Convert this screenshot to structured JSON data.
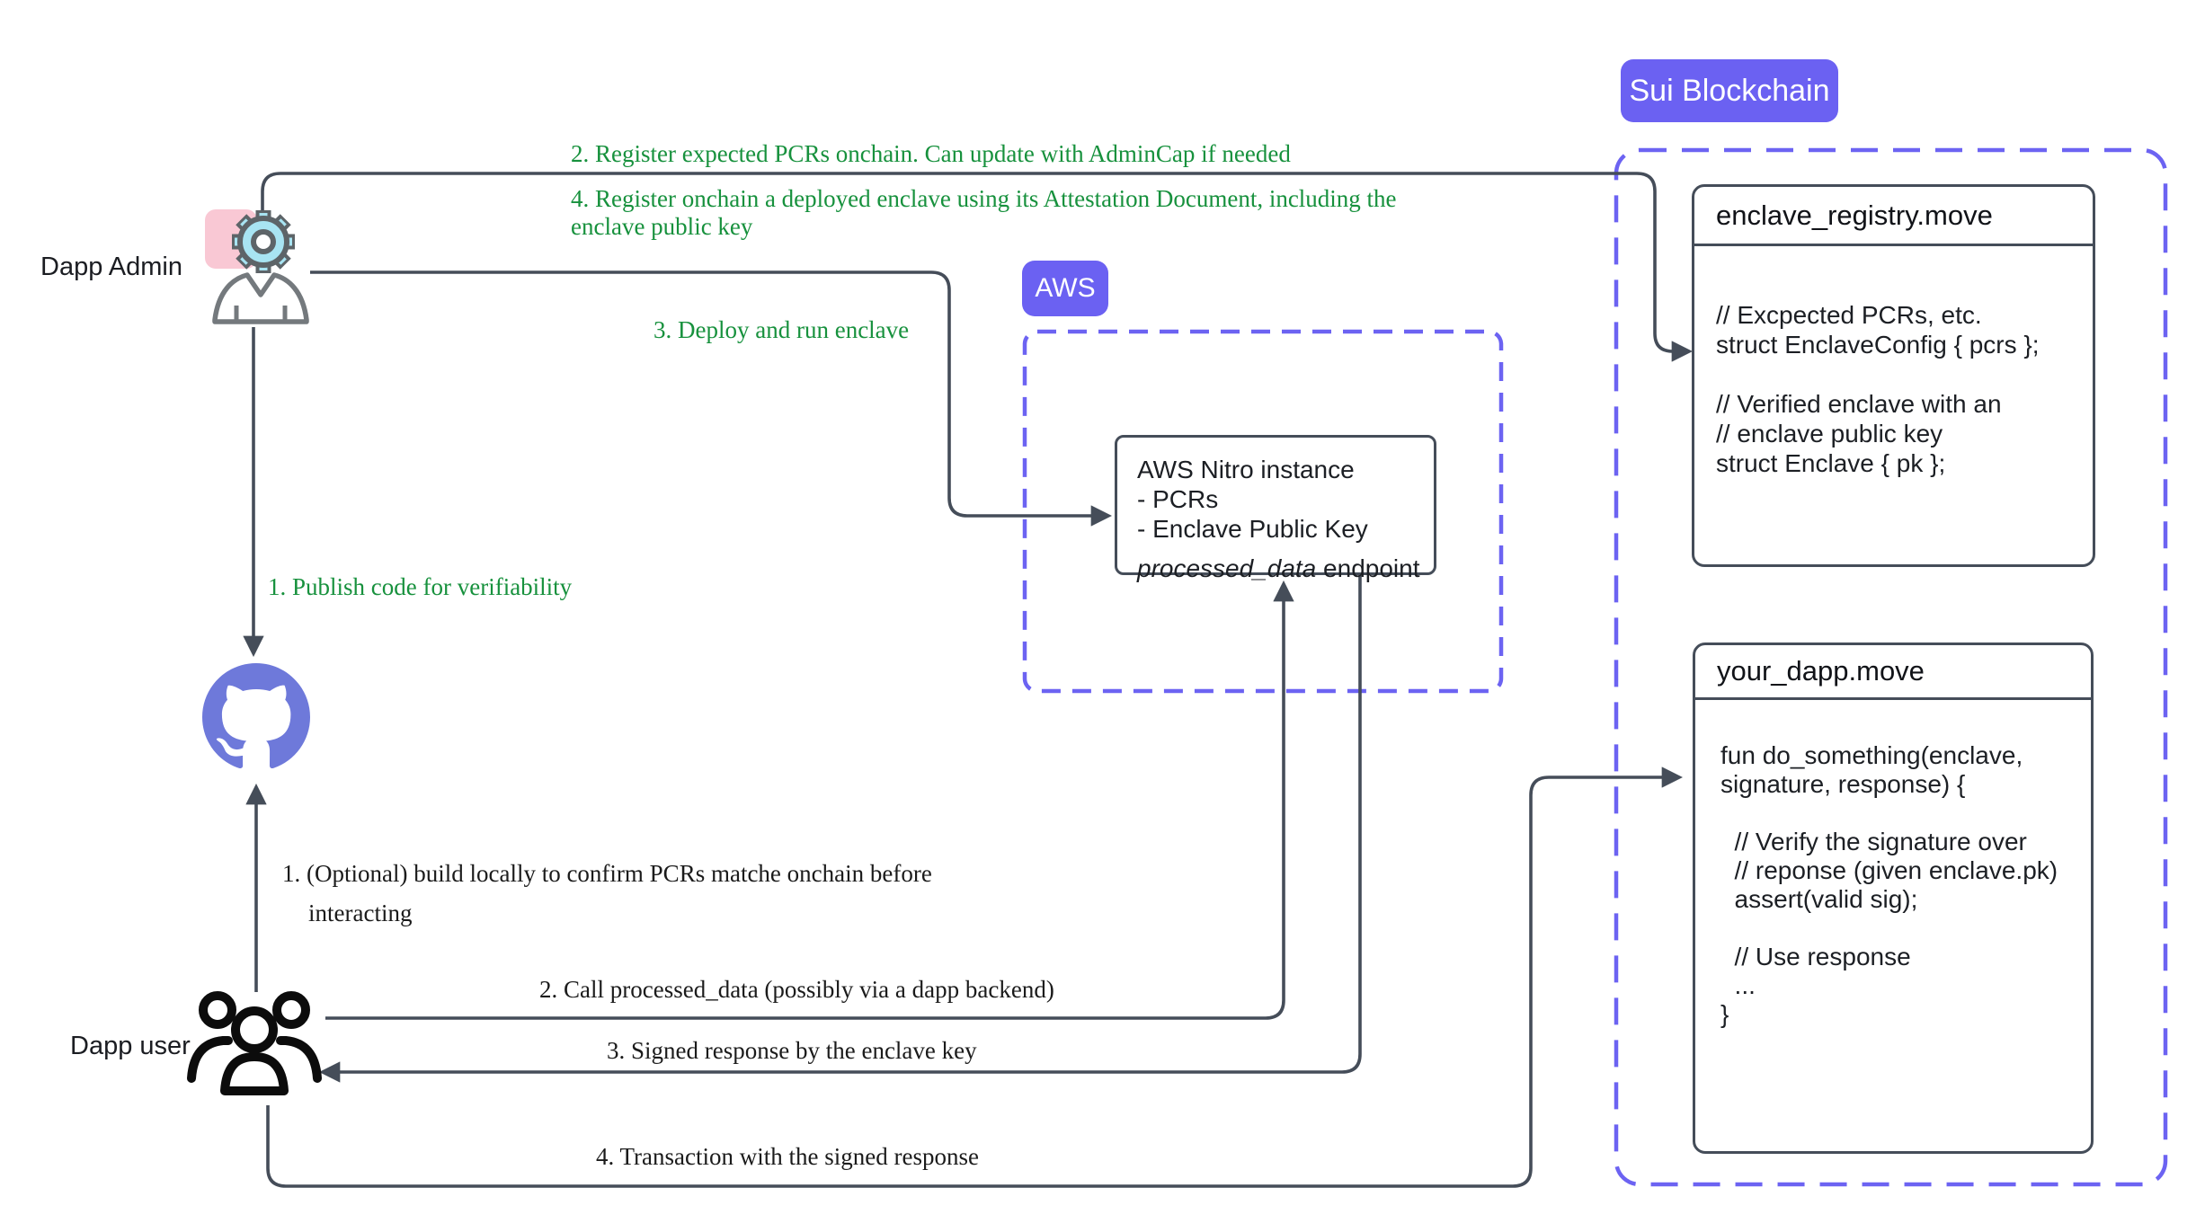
{
  "badges": {
    "sui": "Sui Blockchain",
    "aws": "AWS"
  },
  "actors": {
    "admin_label": "Dapp Admin",
    "user_label": "Dapp user"
  },
  "annotations": {
    "register_pcrs": "2. Register expected PCRs onchain. Can update with AdminCap if needed",
    "register_enclave": "4. Register onchain a deployed enclave using its Attestation Document, including the enclave public key",
    "deploy": "3. Deploy and run enclave",
    "publish": "1. Publish code for verifiability",
    "build_locally": "1. (Optional) build locally to confirm PCRs matche onchain before interacting",
    "call_endpoint": "2. Call processed_data (possibly via a dapp backend)",
    "signed_response": "3. Signed response by the enclave key",
    "transaction": "4. Transaction with the signed response"
  },
  "modules": {
    "enclave_registry": {
      "title": "enclave_registry.move",
      "code": "// Excpected PCRs, etc.\nstruct EnclaveConfig { pcrs };\n\n// Verified enclave with an\n// enclave public key\nstruct Enclave { pk };"
    },
    "your_dapp": {
      "title": "your_dapp.move",
      "code": "fun do_something(enclave,\nsignature, response) {\n\n  // Verify the signature over\n  // reponse (given enclave.pk)\n  assert(valid sig);\n\n  // Use response\n  ...\n}"
    }
  },
  "aws_nitro": {
    "lines": "AWS Nitro instance\n- PCRs\n- Enclave Public Key",
    "endpoint_name": "processed_data",
    "endpoint_suffix": " endpoint"
  },
  "icons": [
    "gear-icon",
    "person-icon",
    "github-icon",
    "users-icon"
  ],
  "colors": {
    "accent_purple": "#6b61f2",
    "dashed_purple": "#6c63f2",
    "github_purple": "#6e79da",
    "line_dark": "#454d59",
    "annotation_green": "#17913d",
    "annotation_black": "#1b1b1b",
    "gear_cyan": "#a8e4f2",
    "pink_accent": "#f9c8d4"
  }
}
